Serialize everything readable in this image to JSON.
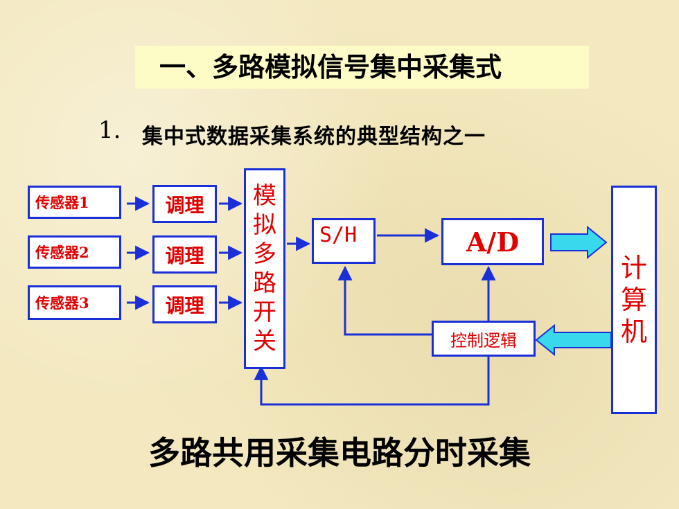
{
  "title": "一、多路模拟信号集中采集式",
  "subtitle_num": "1.",
  "subtitle": "集中式数据采集系统的典型结构之一",
  "sensors": [
    "传感器1",
    "传感器2",
    "传感器3"
  ],
  "conditioners": [
    "调理",
    "调理",
    "调理"
  ],
  "mux_chars": [
    "模",
    "拟",
    "多",
    "路",
    "开",
    "关"
  ],
  "sample_hold": "S/H",
  "adc": "A/D",
  "control_logic": "控制逻辑",
  "computer_chars": [
    "计",
    "算",
    "机"
  ],
  "bottom_caption": "多路共用采集电路分时采集",
  "colors": {
    "box_border": "#1a2fd8",
    "box_text": "#e00000",
    "arrow_fill": "#3ad8ec",
    "background": "#f3e8bf"
  }
}
